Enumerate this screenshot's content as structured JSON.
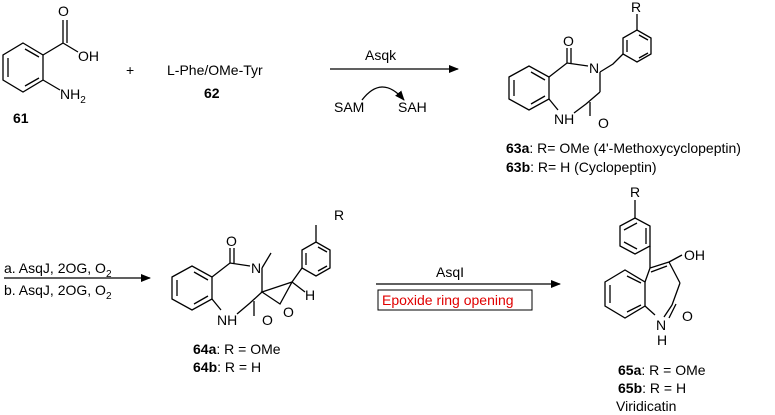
{
  "compounds": {
    "c61": {
      "id": "61",
      "oh": "OH",
      "nh2_n": "NH",
      "nh2_sub": "2"
    },
    "c62": {
      "id": "62",
      "name": "L-Phe/OMe-Tyr"
    },
    "plus": "+",
    "c63": {
      "R": "R",
      "N": "N",
      "NH": "NH",
      "O1": "O",
      "O2": "O",
      "a_id": "63a",
      "a_text": ": R= OMe (4'-Methoxycyclopeptin)",
      "b_id": "63b",
      "b_text": ": R= H (Cyclopeptin)"
    },
    "c64": {
      "R": "R",
      "N": "N",
      "NH": "NH",
      "O1": "O",
      "O2": "O",
      "O3": "O",
      "H": "H",
      "a_id": "64a",
      "a_text": ": R = OMe",
      "b_id": "64b",
      "b_text": ": R = H"
    },
    "c65": {
      "R": "R",
      "OH": "OH",
      "N": "N",
      "H": "H",
      "O": "O",
      "a_id": "65a",
      "a_text": ": R = OMe",
      "b_id": "65b",
      "b_text": ": R = H",
      "name": "Viridicatin"
    }
  },
  "steps": {
    "s1": {
      "enzyme": "Asqk",
      "cofactor_in": "SAM",
      "cofactor_out": "SAH"
    },
    "s2": {
      "line_a_prefix": "a. AsqJ, 2OG, O",
      "line_b_prefix": "b. AsqJ, 2OG, O",
      "o2_sub": "2"
    },
    "s3": {
      "enzyme": "AsqI",
      "box_text": "Epoxide ring opening"
    }
  },
  "colors": {
    "highlight": "#e00000"
  }
}
